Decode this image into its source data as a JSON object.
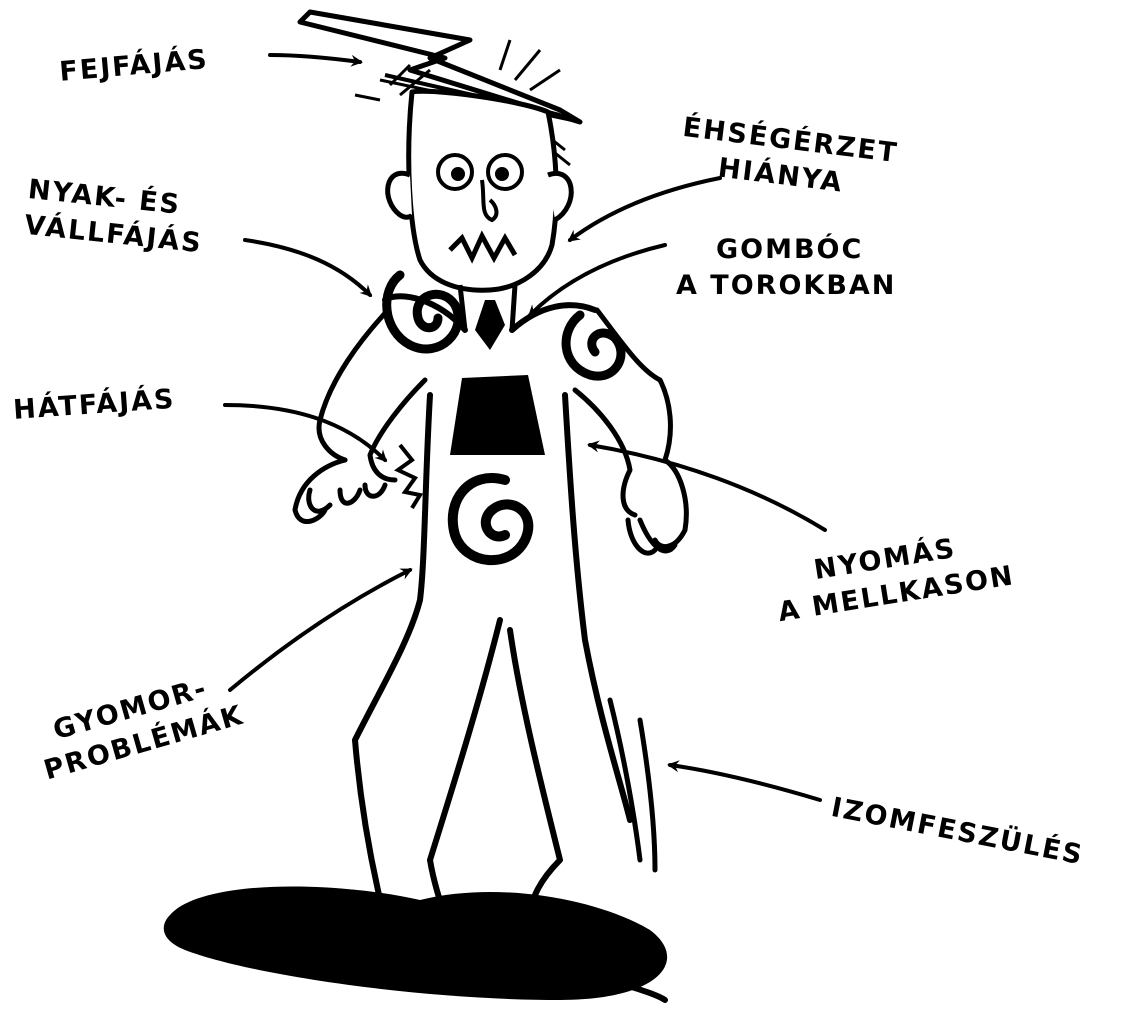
{
  "labels": {
    "headache": "FEJFÁJÁS",
    "appetite_line1": "ÉHSÉGÉRZET",
    "appetite_line2": "HIÁNYA",
    "neck_line1": "NYAK- ÉS",
    "neck_line2": "VÁLLFÁJÁS",
    "throat_line1": "GOMBÓC",
    "throat_line2": "A TOROKBAN",
    "back": "HÁTFÁJÁS",
    "chest_line1": "NYOMÁS",
    "chest_line2": "A MELLKASON",
    "stomach_line1": "GYOMOR-",
    "stomach_line2": "PROBLÉMÁK",
    "muscle": "IZOMFESZÜLÉS"
  },
  "colors": {
    "ink": "#000000",
    "paper": "#ffffff"
  }
}
